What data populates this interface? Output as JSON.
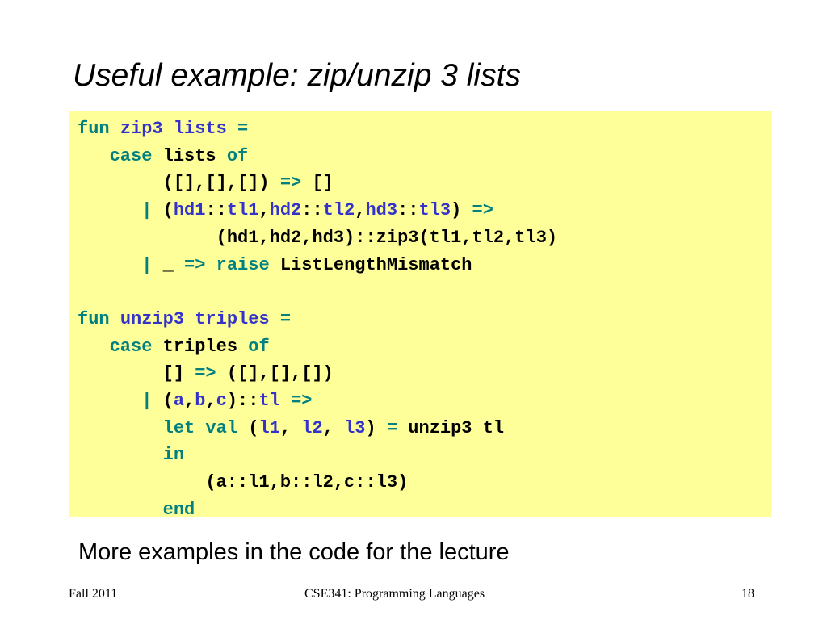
{
  "slide": {
    "title": "Useful example: zip/unzip 3 lists",
    "subtitle": "More examples in the code for the lecture"
  },
  "footer": {
    "left": "Fall 2011",
    "center": "CSE341: Programming Languages",
    "page_number": "18"
  },
  "code": {
    "lines": [
      [
        {
          "t": "fun ",
          "c": "kw"
        },
        {
          "t": "zip3 lists ",
          "c": "id"
        },
        {
          "t": "=",
          "c": "kw"
        }
      ],
      [
        {
          "t": "   "
        },
        {
          "t": "case ",
          "c": "kw"
        },
        {
          "t": "lists "
        },
        {
          "t": "of",
          "c": "kw"
        }
      ],
      [
        {
          "t": "        ([],[],[]) "
        },
        {
          "t": "=>",
          "c": "kw"
        },
        {
          "t": " []"
        }
      ],
      [
        {
          "t": "      "
        },
        {
          "t": "|",
          "c": "kw"
        },
        {
          "t": " ("
        },
        {
          "t": "hd1",
          "c": "id"
        },
        {
          "t": "::"
        },
        {
          "t": "tl1",
          "c": "id"
        },
        {
          "t": ","
        },
        {
          "t": "hd2",
          "c": "id"
        },
        {
          "t": "::"
        },
        {
          "t": "tl2",
          "c": "id"
        },
        {
          "t": ","
        },
        {
          "t": "hd3",
          "c": "id"
        },
        {
          "t": "::"
        },
        {
          "t": "tl3",
          "c": "id"
        },
        {
          "t": ") "
        },
        {
          "t": "=>",
          "c": "kw"
        }
      ],
      [
        {
          "t": "             (hd1,hd2,hd3)::zip3(tl1,tl2,tl3)"
        }
      ],
      [
        {
          "t": "      "
        },
        {
          "t": "|",
          "c": "kw"
        },
        {
          "t": " _ "
        },
        {
          "t": "=>",
          "c": "kw"
        },
        {
          "t": " "
        },
        {
          "t": "raise",
          "c": "kw"
        },
        {
          "t": " ListLengthMismatch"
        }
      ],
      [
        {
          "t": ""
        }
      ],
      [
        {
          "t": "fun ",
          "c": "kw"
        },
        {
          "t": "unzip3 triples ",
          "c": "id"
        },
        {
          "t": "=",
          "c": "kw"
        }
      ],
      [
        {
          "t": "   "
        },
        {
          "t": "case ",
          "c": "kw"
        },
        {
          "t": "triples "
        },
        {
          "t": "of",
          "c": "kw"
        }
      ],
      [
        {
          "t": "        [] "
        },
        {
          "t": "=>",
          "c": "kw"
        },
        {
          "t": " ([],[],[])"
        }
      ],
      [
        {
          "t": "      "
        },
        {
          "t": "|",
          "c": "kw"
        },
        {
          "t": " ("
        },
        {
          "t": "a",
          "c": "id"
        },
        {
          "t": ","
        },
        {
          "t": "b",
          "c": "id"
        },
        {
          "t": ","
        },
        {
          "t": "c",
          "c": "id"
        },
        {
          "t": ")::"
        },
        {
          "t": "tl",
          "c": "id"
        },
        {
          "t": " "
        },
        {
          "t": "=>",
          "c": "kw"
        }
      ],
      [
        {
          "t": "        "
        },
        {
          "t": "let val",
          "c": "kw"
        },
        {
          "t": " ("
        },
        {
          "t": "l1",
          "c": "id"
        },
        {
          "t": ", "
        },
        {
          "t": "l2",
          "c": "id"
        },
        {
          "t": ", "
        },
        {
          "t": "l3",
          "c": "id"
        },
        {
          "t": ") "
        },
        {
          "t": "=",
          "c": "kw"
        },
        {
          "t": " unzip3 tl"
        }
      ],
      [
        {
          "t": "        "
        },
        {
          "t": "in",
          "c": "kw"
        }
      ],
      [
        {
          "t": "            (a::l1,b::l2,c::l3)"
        }
      ],
      [
        {
          "t": "        "
        },
        {
          "t": "end",
          "c": "kw"
        }
      ]
    ]
  }
}
